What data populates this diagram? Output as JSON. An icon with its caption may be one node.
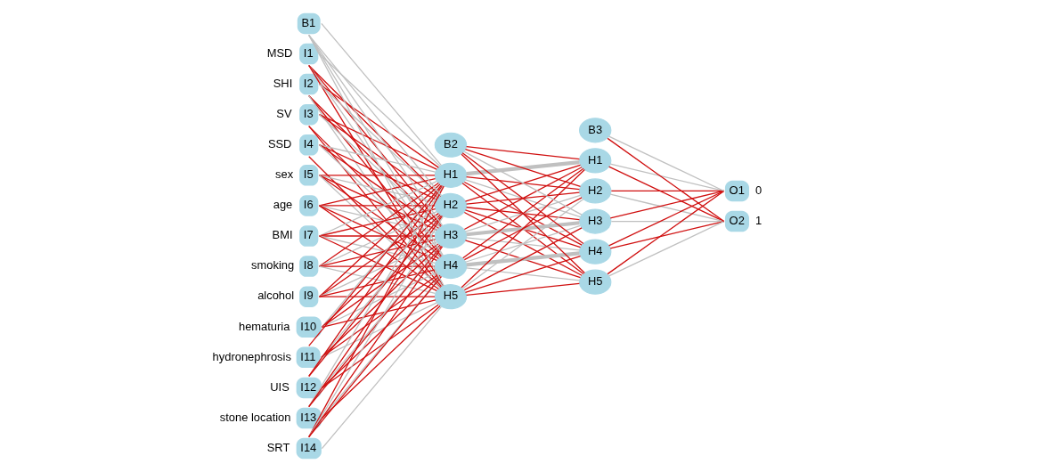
{
  "diagram": {
    "nodes": [
      {
        "text": [
          "I1"
        ],
        "beside": [
          "MSD"
        ]
      },
      {
        "text": [
          "I2"
        ],
        "beside": [
          "SHI"
        ]
      },
      {
        "text": [
          "I3"
        ],
        "beside": [
          "SV"
        ]
      },
      {
        "text": [
          "I4"
        ],
        "beside": [
          "SSD"
        ]
      },
      {
        "text": [
          "I5"
        ],
        "beside": [
          "sex"
        ]
      },
      {
        "text": [
          "I6"
        ],
        "beside": [
          "age"
        ]
      },
      {
        "text": [
          "I7"
        ],
        "beside": [
          "BMI"
        ]
      },
      {
        "text": [
          "I8"
        ],
        "beside": [
          "smoking"
        ]
      },
      {
        "text": [
          "I9"
        ],
        "beside": [
          "alcohol"
        ]
      },
      {
        "text": [
          "I10"
        ],
        "beside": [
          "hematuria"
        ]
      },
      {
        "text": [
          "I11"
        ],
        "beside": [
          "hydronephrosis"
        ]
      },
      {
        "text": [
          "I12"
        ],
        "beside": [
          "UIS"
        ]
      },
      {
        "text": [
          "I13"
        ],
        "beside": [
          "stone location"
        ]
      },
      {
        "text": [
          "I14"
        ],
        "beside": [
          "SRT"
        ]
      },
      {
        "text": [
          "B1"
        ]
      },
      {
        "text": [
          "H1"
        ]
      },
      {
        "text": [
          "H2"
        ]
      },
      {
        "text": [
          "H3"
        ]
      },
      {
        "text": [
          "H4"
        ]
      },
      {
        "text": [
          "H5"
        ]
      },
      {
        "text": [
          "B2"
        ]
      },
      {
        "text": [
          "H1"
        ]
      },
      {
        "text": [
          "H2"
        ]
      },
      {
        "text": [
          "H3"
        ]
      },
      {
        "text": [
          "H4"
        ]
      },
      {
        "text": [
          "H5"
        ]
      },
      {
        "text": [
          "B3"
        ]
      },
      {
        "text": [
          "O1"
        ],
        "beside": [
          "0"
        ]
      },
      {
        "text": [
          "O2"
        ],
        "beside": [
          "1"
        ]
      }
    ],
    "edges": [
      {
        "from": 0,
        "to": 15,
        "arrow": "none",
        "color": "#c0c0c0"
      },
      {
        "from": 0,
        "to": 16,
        "arrow": "none"
      },
      {
        "from": 0,
        "to": 17,
        "arrow": "none"
      },
      {
        "from": 0,
        "to": 18,
        "arrow": "none",
        "color": "#c0c0c0"
      },
      {
        "from": 0,
        "to": 19,
        "arrow": "none"
      },
      {
        "from": 1,
        "to": 15,
        "arrow": "none"
      },
      {
        "from": 1,
        "to": 16,
        "arrow": "none",
        "color": "#c0c0c0"
      },
      {
        "from": 1,
        "to": 17,
        "arrow": "none"
      },
      {
        "from": 1,
        "to": 18,
        "arrow": "none"
      },
      {
        "from": 1,
        "to": 19,
        "arrow": "none",
        "color": "#c0c0c0"
      },
      {
        "from": 2,
        "to": 15,
        "arrow": "none"
      },
      {
        "from": 2,
        "to": 16,
        "arrow": "none"
      },
      {
        "from": 2,
        "to": 17,
        "arrow": "none",
        "color": "#c0c0c0"
      },
      {
        "from": 2,
        "to": 18,
        "arrow": "none"
      },
      {
        "from": 2,
        "to": 19,
        "arrow": "none"
      },
      {
        "from": 3,
        "to": 15,
        "arrow": "none",
        "color": "#c0c0c0"
      },
      {
        "from": 3,
        "to": 16,
        "arrow": "none"
      },
      {
        "from": 3,
        "to": 17,
        "arrow": "none"
      },
      {
        "from": 3,
        "to": 18,
        "arrow": "none",
        "color": "#c0c0c0"
      },
      {
        "from": 3,
        "to": 19,
        "arrow": "none"
      },
      {
        "from": 4,
        "to": 15,
        "arrow": "none"
      },
      {
        "from": 4,
        "to": 16,
        "arrow": "none",
        "color": "#c0c0c0"
      },
      {
        "from": 4,
        "to": 17,
        "arrow": "none"
      },
      {
        "from": 4,
        "to": 18,
        "arrow": "none"
      },
      {
        "from": 4,
        "to": 19,
        "arrow": "none",
        "color": "#c0c0c0"
      },
      {
        "from": 5,
        "to": 15,
        "arrow": "none"
      },
      {
        "from": 5,
        "to": 16,
        "arrow": "none"
      },
      {
        "from": 5,
        "to": 17,
        "arrow": "none",
        "color": "#c0c0c0"
      },
      {
        "from": 5,
        "to": 18,
        "arrow": "none"
      },
      {
        "from": 5,
        "to": 19,
        "arrow": "none"
      },
      {
        "from": 6,
        "to": 15,
        "arrow": "none",
        "color": "#c0c0c0"
      },
      {
        "from": 6,
        "to": 16,
        "arrow": "none"
      },
      {
        "from": 6,
        "to": 17,
        "arrow": "none"
      },
      {
        "from": 6,
        "to": 18,
        "arrow": "none",
        "color": "#c0c0c0"
      },
      {
        "from": 6,
        "to": 19,
        "arrow": "none"
      },
      {
        "from": 7,
        "to": 15,
        "arrow": "none"
      },
      {
        "from": 7,
        "to": 16,
        "arrow": "none",
        "color": "#c0c0c0"
      },
      {
        "from": 7,
        "to": 17,
        "arrow": "none"
      },
      {
        "from": 7,
        "to": 18,
        "arrow": "none"
      },
      {
        "from": 7,
        "to": 19,
        "arrow": "none",
        "color": "#c0c0c0"
      },
      {
        "from": 8,
        "to": 15,
        "arrow": "none"
      },
      {
        "from": 8,
        "to": 16,
        "arrow": "none"
      },
      {
        "from": 8,
        "to": 17,
        "arrow": "none",
        "color": "#c0c0c0"
      },
      {
        "from": 8,
        "to": 18,
        "arrow": "none"
      },
      {
        "from": 8,
        "to": 19,
        "arrow": "none"
      },
      {
        "from": 9,
        "to": 15,
        "arrow": "none",
        "color": "#c0c0c0"
      },
      {
        "from": 9,
        "to": 16,
        "arrow": "none"
      },
      {
        "from": 9,
        "to": 17,
        "arrow": "none"
      },
      {
        "from": 9,
        "to": 18,
        "arrow": "none",
        "color": "#c0c0c0"
      },
      {
        "from": 9,
        "to": 19,
        "arrow": "none"
      },
      {
        "from": 10,
        "to": 15,
        "arrow": "none"
      },
      {
        "from": 10,
        "to": 16,
        "arrow": "none",
        "color": "#c0c0c0"
      },
      {
        "from": 10,
        "to": 17,
        "arrow": "none"
      },
      {
        "from": 10,
        "to": 18,
        "arrow": "none"
      },
      {
        "from": 10,
        "to": 19,
        "arrow": "none",
        "color": "#c0c0c0"
      },
      {
        "from": 11,
        "to": 15,
        "arrow": "none"
      },
      {
        "from": 11,
        "to": 16,
        "arrow": "none"
      },
      {
        "from": 11,
        "to": 17,
        "arrow": "none",
        "color": "#c0c0c0"
      },
      {
        "from": 11,
        "to": 18,
        "arrow": "none"
      },
      {
        "from": 11,
        "to": 19,
        "arrow": "none"
      },
      {
        "from": 12,
        "to": 15,
        "arrow": "none",
        "color": "#c0c0c0"
      },
      {
        "from": 12,
        "to": 16,
        "arrow": "none"
      },
      {
        "from": 12,
        "to": 17,
        "arrow": "none"
      },
      {
        "from": 12,
        "to": 18,
        "arrow": "none",
        "color": "#c0c0c0"
      },
      {
        "from": 12,
        "to": 19,
        "arrow": "none"
      },
      {
        "from": 13,
        "to": 15,
        "arrow": "none"
      },
      {
        "from": 13,
        "to": 16,
        "arrow": "none",
        "color": "#c0c0c0"
      },
      {
        "from": 13,
        "to": 17,
        "arrow": "none"
      },
      {
        "from": 13,
        "to": 18,
        "arrow": "none"
      },
      {
        "from": 13,
        "to": 19,
        "arrow": "none",
        "color": "#c0c0c0"
      },
      {
        "from": 14,
        "to": 15,
        "arrow": "none",
        "color": "#c0c0c0"
      },
      {
        "from": 14,
        "to": 16,
        "arrow": "none",
        "color": "#c0c0c0"
      },
      {
        "from": 14,
        "to": 17,
        "arrow": "none",
        "color": "#c0c0c0"
      },
      {
        "from": 14,
        "to": 18,
        "arrow": "none",
        "color": "#c0c0c0"
      },
      {
        "from": 14,
        "to": 19,
        "arrow": "none",
        "color": "#c0c0c0"
      },
      {
        "from": 15,
        "to": 21,
        "arrow": "none",
        "style": "thick",
        "color": "#c0c0c0"
      },
      {
        "from": 15,
        "to": 22,
        "arrow": "none"
      },
      {
        "from": 15,
        "to": 23,
        "arrow": "none",
        "color": "#c0c0c0"
      },
      {
        "from": 15,
        "to": 24,
        "arrow": "none"
      },
      {
        "from": 15,
        "to": 25,
        "arrow": "none"
      },
      {
        "from": 16,
        "to": 21,
        "arrow": "none"
      },
      {
        "from": 16,
        "to": 22,
        "arrow": "none"
      },
      {
        "from": 16,
        "to": 23,
        "arrow": "none"
      },
      {
        "from": 16,
        "to": 24,
        "arrow": "none"
      },
      {
        "from": 16,
        "to": 25,
        "arrow": "none"
      },
      {
        "from": 17,
        "to": 21,
        "arrow": "none"
      },
      {
        "from": 17,
        "to": 22,
        "arrow": "none",
        "color": "#c0c0c0"
      },
      {
        "from": 17,
        "to": 23,
        "arrow": "none",
        "style": "thick",
        "color": "#c0c0c0"
      },
      {
        "from": 17,
        "to": 24,
        "arrow": "none",
        "color": "#c0c0c0"
      },
      {
        "from": 17,
        "to": 25,
        "arrow": "none"
      },
      {
        "from": 18,
        "to": 21,
        "arrow": "none"
      },
      {
        "from": 18,
        "to": 22,
        "arrow": "none"
      },
      {
        "from": 18,
        "to": 23,
        "arrow": "none",
        "color": "#c0c0c0"
      },
      {
        "from": 18,
        "to": 24,
        "arrow": "none",
        "style": "thick",
        "color": "#c0c0c0"
      },
      {
        "from": 18,
        "to": 25,
        "arrow": "none",
        "color": "#c0c0c0"
      },
      {
        "from": 19,
        "to": 21,
        "arrow": "none"
      },
      {
        "from": 19,
        "to": 22,
        "arrow": "none",
        "color": "#c0c0c0"
      },
      {
        "from": 19,
        "to": 23,
        "arrow": "none"
      },
      {
        "from": 19,
        "to": 24,
        "arrow": "none"
      },
      {
        "from": 19,
        "to": 25,
        "arrow": "none"
      },
      {
        "from": 20,
        "to": 21,
        "arrow": "none"
      },
      {
        "from": 20,
        "to": 22,
        "arrow": "none"
      },
      {
        "from": 20,
        "to": 23,
        "arrow": "none",
        "color": "#c0c0c0"
      },
      {
        "from": 20,
        "to": 24,
        "arrow": "none"
      },
      {
        "from": 20,
        "to": 25,
        "arrow": "none"
      },
      {
        "from": 21,
        "to": 27,
        "arrow": "none",
        "color": "#c0c0c0"
      },
      {
        "from": 21,
        "to": 28,
        "arrow": "none"
      },
      {
        "from": 22,
        "to": 27,
        "arrow": "none"
      },
      {
        "from": 22,
        "to": 28,
        "arrow": "none",
        "color": "#c0c0c0"
      },
      {
        "from": 23,
        "to": 27,
        "arrow": "none"
      },
      {
        "from": 23,
        "to": 28,
        "arrow": "none",
        "color": "#c0c0c0"
      },
      {
        "from": 24,
        "to": 27,
        "arrow": "none"
      },
      {
        "from": 24,
        "to": 28,
        "arrow": "none"
      },
      {
        "from": 25,
        "to": 27,
        "arrow": "none"
      },
      {
        "from": 25,
        "to": 28,
        "arrow": "none",
        "color": "#c0c0c0"
      },
      {
        "from": 26,
        "to": 27,
        "arrow": "none",
        "color": "#c0c0c0"
      },
      {
        "from": 26,
        "to": 28,
        "arrow": "none"
      }
    ]
  }
}
